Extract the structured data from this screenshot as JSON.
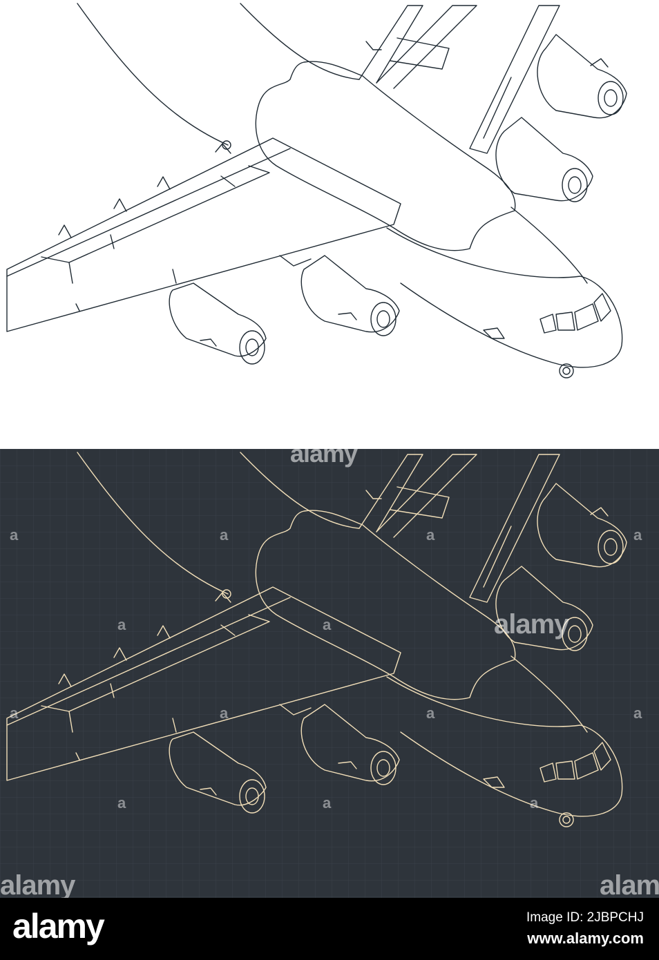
{
  "image": {
    "subject": "airplane-drawing",
    "colors": {
      "light_bg": "#ffffff",
      "light_line": "#1f2a33",
      "dark_bg": "#2e343b",
      "dark_line": "#f2dfb9",
      "footer_bg": "#000000"
    }
  },
  "watermark": {
    "text": "alamy",
    "letter": "a"
  },
  "footer": {
    "brand": "alamy",
    "image_id_label": "Image ID: 2JBPCHJ",
    "site": "www.alamy.com"
  }
}
